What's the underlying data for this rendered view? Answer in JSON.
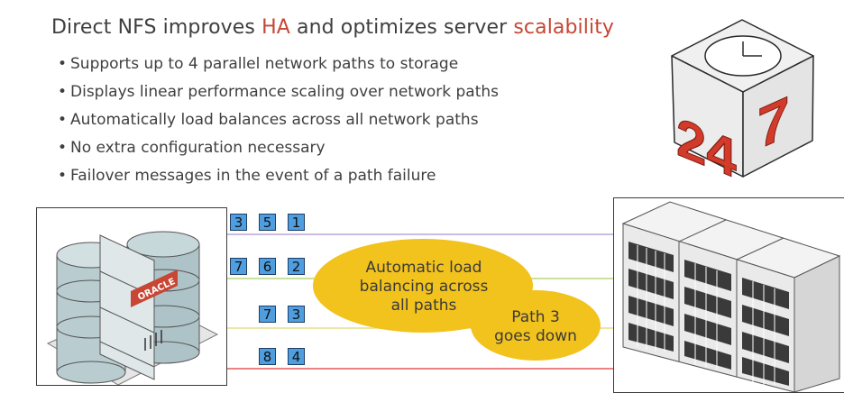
{
  "heading": {
    "prefix": "Direct NFS improves ",
    "highlight1": "HA",
    "middle": " and optimizes server ",
    "highlight2": "scalability"
  },
  "bullets": [
    "Supports up to 4 parallel network paths to storage",
    "Displays linear performance scaling over network paths",
    "Automatically load balances across all network paths",
    "No extra configuration necessary",
    "Failover messages in the event of a path failure"
  ],
  "clock_cube": {
    "digits_left": "24",
    "digits_right": "7"
  },
  "database": {
    "logo": "ORACLE"
  },
  "paths": [
    {
      "color": "#b9a6d8",
      "packets": [
        "3",
        "5",
        "1"
      ]
    },
    {
      "color": "#b6d77a",
      "packets": [
        "7",
        "6",
        "2"
      ]
    },
    {
      "color": "#e7df8a",
      "packets": [
        "7",
        "3"
      ]
    },
    {
      "color": "#e55a5a",
      "packets": [
        "8",
        "4"
      ]
    }
  ],
  "callouts": {
    "main": [
      "Automatic load",
      "balancing across",
      "all paths"
    ],
    "failure": [
      "Path 3",
      "goes down"
    ]
  },
  "colors": {
    "accent": "#c74634",
    "packet": "#4f9fe0",
    "callout": "#f2c21d",
    "digits": "#d23a2a"
  }
}
